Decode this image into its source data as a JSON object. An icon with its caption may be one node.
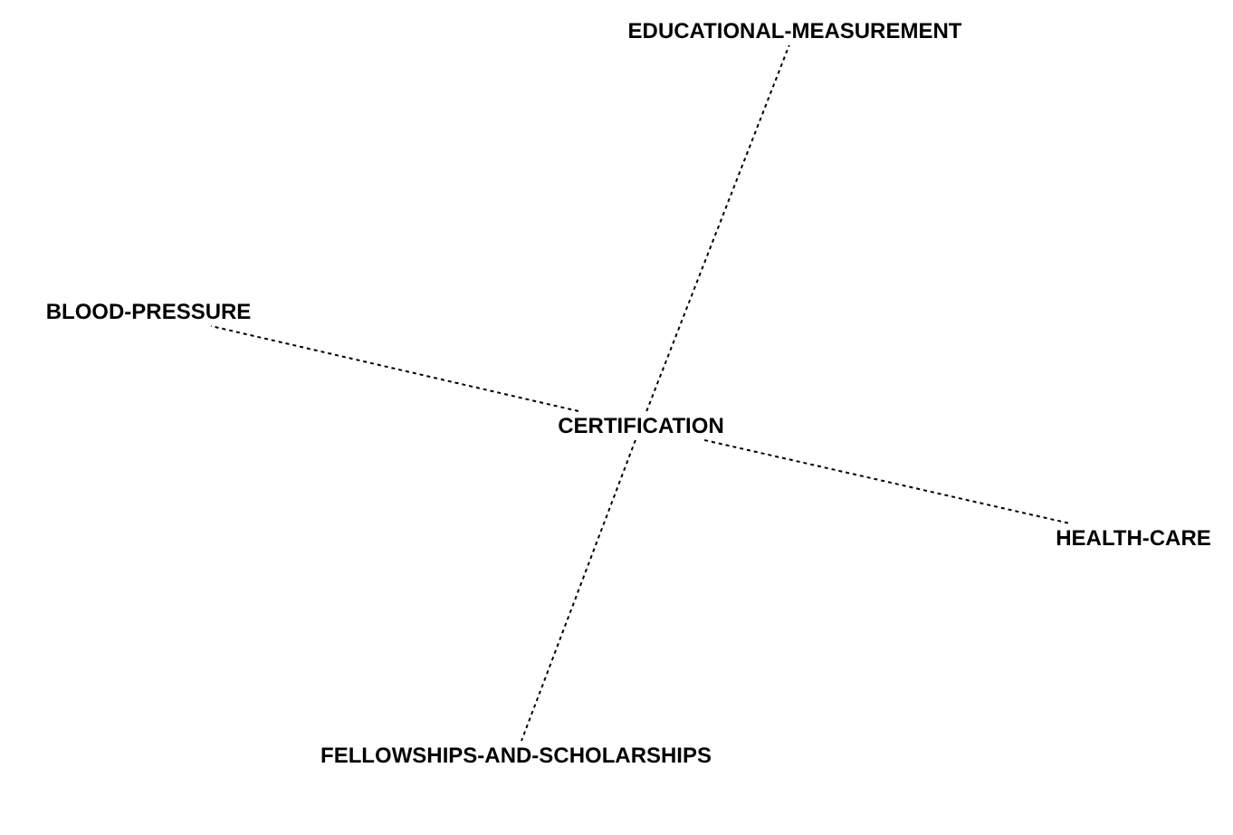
{
  "diagram": {
    "nodes": [
      {
        "text": [
          "EDUCATIONAL-MEASUREMENT"
        ]
      },
      {
        "text": [
          "BLOOD-PRESSURE"
        ]
      },
      {
        "text": [
          "CERTIFICATION"
        ]
      },
      {
        "text": [
          "HEALTH-CARE"
        ]
      },
      {
        "text": [
          "FELLOWSHIPS-AND-SCHOLARSHIPS"
        ]
      }
    ],
    "edges": [
      {
        "from": 2,
        "to": 0,
        "arrow": "none",
        "style": "dashed"
      },
      {
        "from": 2,
        "to": 1,
        "arrow": "none",
        "style": "dashed"
      },
      {
        "from": 2,
        "to": 3,
        "arrow": "none",
        "style": "dashed"
      },
      {
        "from": 2,
        "to": 4,
        "arrow": "none",
        "style": "dashed"
      }
    ]
  }
}
